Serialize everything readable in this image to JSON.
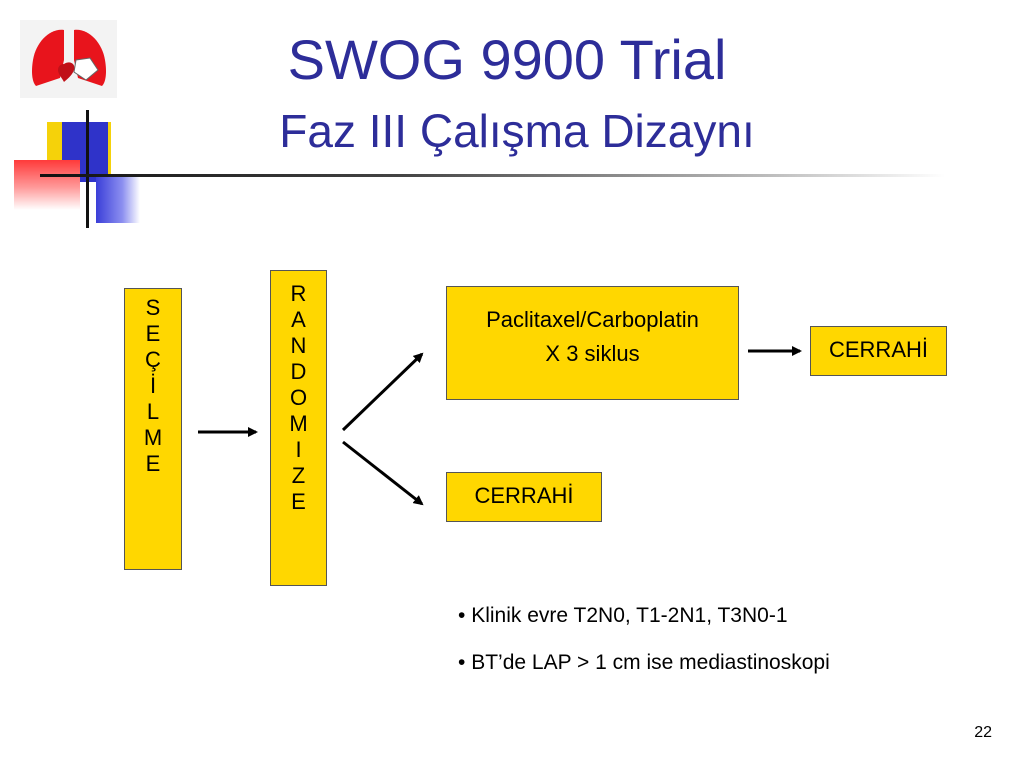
{
  "header": {
    "title": "SWOG 9900 Trial",
    "subtitle": "Faz III Çalışma Dizaynı"
  },
  "diagram": {
    "selection_letters": [
      "S",
      "E",
      "Ç",
      "İ",
      "L",
      "M",
      "E"
    ],
    "randomize_letters": [
      "R",
      "A",
      "N",
      "D",
      "O",
      "M",
      "I",
      "Z",
      "E"
    ],
    "arm_chemo_line1": "Paclitaxel/Carboplatin",
    "arm_chemo_line2": "X 3 siklus",
    "surgery_after_chemo": "CERRAHİ",
    "surgery_direct": "CERRAHİ"
  },
  "notes": {
    "bullet_char": "•",
    "items": [
      "Klinik evre T2N0, T1-2N1, T3N0-1",
      "BT’de LAP > 1 cm ise mediastinoskopi"
    ]
  },
  "footer": {
    "page_number": "22"
  },
  "colors": {
    "title": "#2d2d99",
    "box_fill": "#ffd700",
    "box_border": "#555555",
    "logo_red": "#e8141c",
    "deco_blue": "#2f33c9",
    "deco_yellow": "#f5d20a"
  }
}
